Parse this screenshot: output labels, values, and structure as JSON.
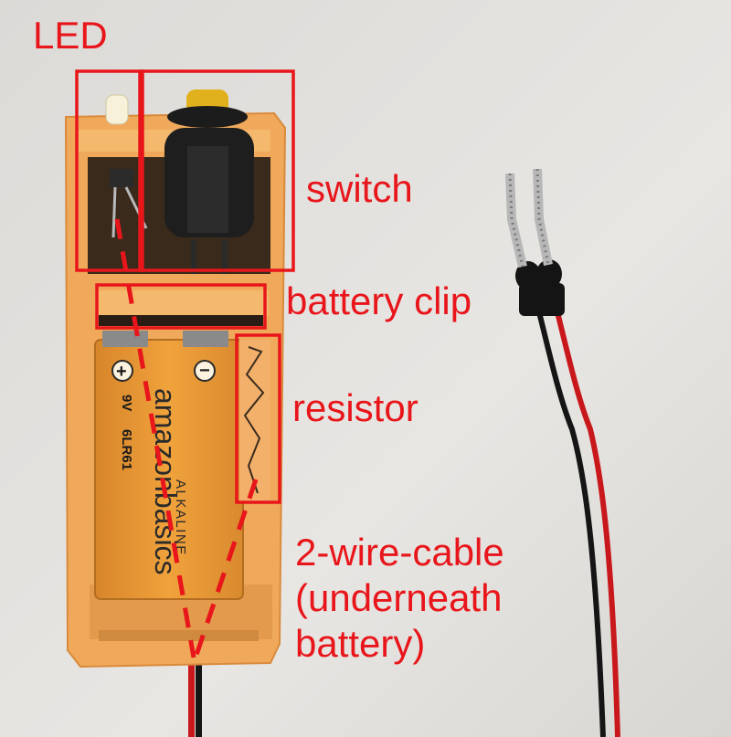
{
  "annotations": {
    "led": "LED",
    "switch": "switch",
    "battery_clip": "battery clip",
    "resistor": "resistor",
    "cable": "2-wire-cable\n(underneath\nbattery)"
  },
  "battery_print": {
    "plus": "+",
    "minus": "−",
    "voltage": "9V",
    "model": "6LR61",
    "brand": "amazonbasics",
    "type": "ALKALINE"
  },
  "colors": {
    "annotation": "#e8161b",
    "enclosure": "#f0a95a",
    "battery": "#e8932b",
    "wall": "#e4e2df",
    "wire_red": "#c8181c",
    "wire_black": "#151515"
  }
}
